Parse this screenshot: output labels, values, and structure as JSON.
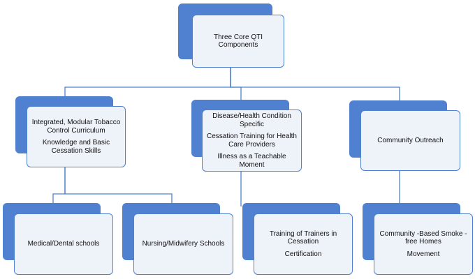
{
  "nodes": {
    "root": {
      "lines": [
        "Three Core QTI",
        "Components"
      ]
    },
    "curriculum": {
      "lines": [
        "Integrated, Modular Tobacco",
        "Control  Curriculum",
        "Knowledge and Basic",
        "Cessation Skills"
      ]
    },
    "disease": {
      "lines": [
        "Disease/Health Condition",
        "Specific",
        "Cessation  Training for Health",
        "Care Providers",
        "Illness as a Teachable",
        "Moment"
      ]
    },
    "community": {
      "lines": [
        "Community Outreach"
      ]
    },
    "medical": {
      "lines": [
        "Medical/Dental  schools"
      ]
    },
    "nursing": {
      "lines": [
        "Nursing/Midwifery Schools"
      ]
    },
    "trainers": {
      "lines": [
        "Training of Trainers in",
        "Cessation",
        "Certification"
      ]
    },
    "smokefree": {
      "lines": [
        "Community -Based Smoke -",
        "free Homes",
        "Movement"
      ]
    }
  },
  "colors": {
    "accent": "#4f81d0",
    "box_fill": "#eef2f9"
  }
}
